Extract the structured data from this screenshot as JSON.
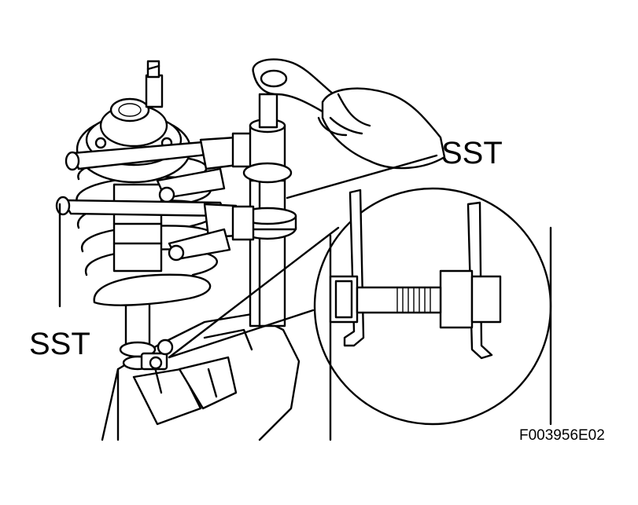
{
  "labels": {
    "sst_right": "SST",
    "sst_left": "SST",
    "figure_code": "F003956E02"
  },
  "colors": {
    "ink": "#000000",
    "paper": "#ffffff"
  }
}
